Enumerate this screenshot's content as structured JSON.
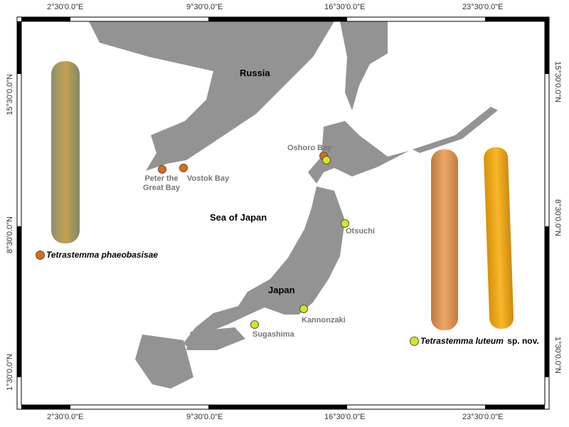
{
  "axes": {
    "top": [
      "2°30'0.0\"E",
      "9°30'0.0\"E",
      "16°30'0.0\"E",
      "23°30'0.0\"E"
    ],
    "left": [
      "15°30'0.0\"N",
      "8°30'0.0\"N",
      "1°30'0.0\"N"
    ]
  },
  "countries": [
    "Russia",
    "Japan"
  ],
  "sea": "Sea of Japan",
  "places": {
    "peter1": "Peter the",
    "peter2": "Great Bay",
    "vostok": "Vostok Bay",
    "oshoro": "Oshoro Bay",
    "otsuchi": "Otsuchi",
    "kannonzaki": "Kannonzaki",
    "sugashima": "Sugashima"
  },
  "legend": {
    "sp1": "Tetrastemma phaeobasisae",
    "sp2_italic": "Tetrastemma luteum",
    "sp2_suffix": " sp. nov."
  },
  "colors": {
    "land": "#939393",
    "orange": "#e06a10",
    "yellow": "#d7e61a"
  }
}
